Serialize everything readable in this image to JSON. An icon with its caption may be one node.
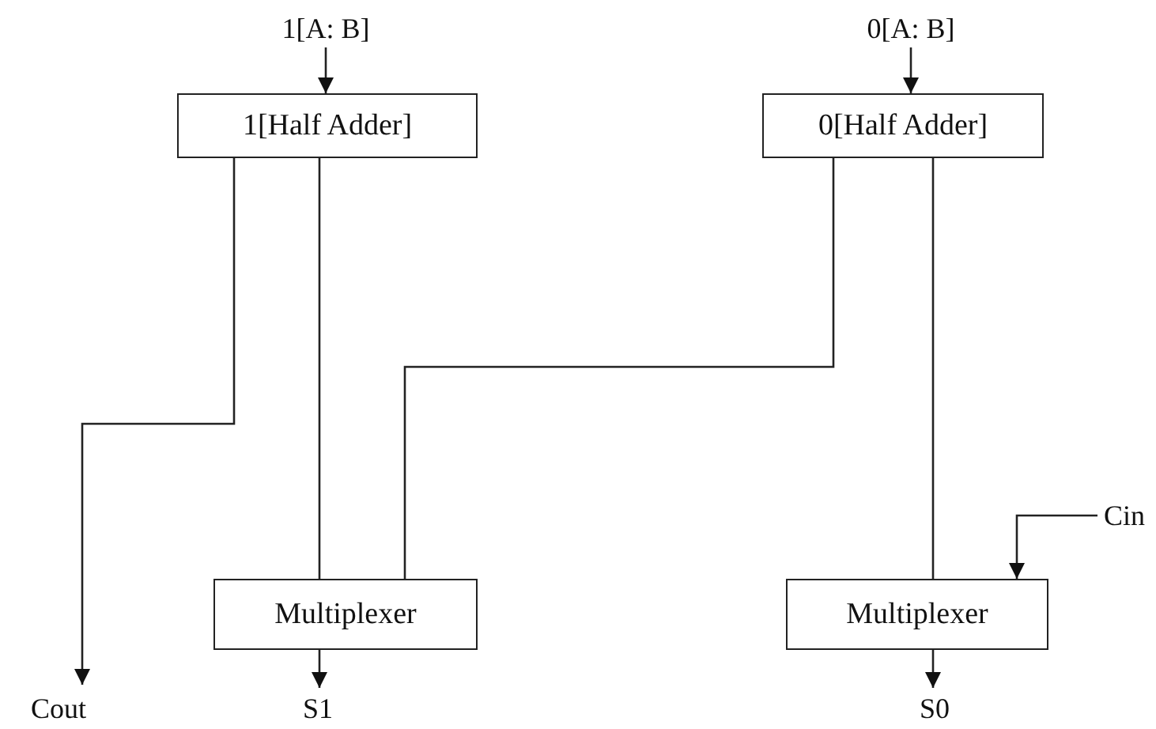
{
  "diagram": {
    "nodes": [
      {
        "text": [
          "1[A: B]"
        ]
      },
      {
        "text": [
          "1[Half Adder]"
        ]
      },
      {
        "text": [
          "0[A: B]"
        ]
      },
      {
        "text": [
          "0[Half Adder]"
        ]
      },
      {
        "text": [
          "Multiplexer"
        ]
      },
      {
        "text": [
          "Multiplexer"
        ]
      },
      {
        "text": [
          "Cin"
        ]
      },
      {
        "text": [
          "Cout"
        ]
      },
      {
        "text": [
          "S1"
        ]
      },
      {
        "text": [
          "S0"
        ]
      }
    ],
    "edges": [
      {
        "from": 0,
        "to": 1,
        "arrow": "to"
      },
      {
        "from": 2,
        "to": 3,
        "arrow": "to"
      },
      {
        "from": 1,
        "to": 7,
        "arrow": "to"
      },
      {
        "from": 1,
        "to": 4,
        "arrow": "none"
      },
      {
        "from": 3,
        "to": 4,
        "arrow": "none"
      },
      {
        "from": 3,
        "to": 5,
        "arrow": "none"
      },
      {
        "from": 6,
        "to": 5,
        "arrow": "to"
      },
      {
        "from": 4,
        "to": 8,
        "arrow": "to"
      },
      {
        "from": 5,
        "to": 9,
        "arrow": "to"
      }
    ]
  }
}
